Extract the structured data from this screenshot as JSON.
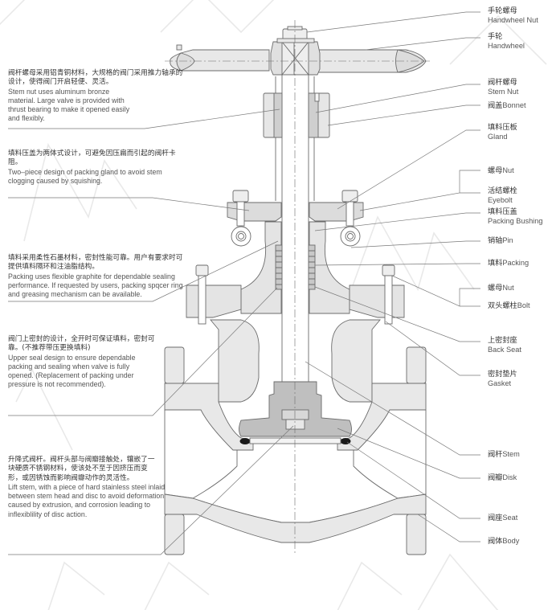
{
  "diagram": {
    "title": "Globe valve cross-section",
    "colors": {
      "outline": "#6b6b6b",
      "fill_light": "#e8e8e8",
      "fill_mid": "#d3d3d3",
      "fill_dark": "#bdbdbd",
      "gasket": "#1a1a1a",
      "leader": "#7a7a7a",
      "watermark": "#e6e6e6"
    },
    "left_notes": [
      {
        "zh": "阀杆螺母采用铝青铜材料，大规格的阀门采用推力轴承的设计，使得阀门开启轻便、灵活。",
        "en": "Stem nut uses aluminum bronze material. Large valve is provided with thrust bearing to make it opened easily and flexibly."
      },
      {
        "zh": "填料压盖为两体式设计，可避免因压扁而引起的阀杆卡阻。",
        "en": "Two–piece design of packing gland to avoid stem clogging caused by squishing."
      },
      {
        "zh": "填料采用柔性石墨材料，密封性能可靠。用户有要求时可提供填料隔环和注油脂结构。",
        "en": "Packing uses flexible graphite for dependable sealing performance. If requested by users, packing spqcer ring and greasing mechanism can be available."
      },
      {
        "zh": "阀门上密封的设计，全开时可保证填料，密封可靠。(不推荐带压更换填料)",
        "en": "Upper seal design to ensure dependable packing and sealing when valve is fully opened. (Replacement of packing under pressure is not recommended)."
      },
      {
        "zh": "升降式阀杆。阀杆头部与阀瓣接触处，镶嵌了一块硬质不锈钢材料，使该处不至于因挤压而变形，或因锈蚀而影响阀瓣动作的灵活性。",
        "en": "Lift stem, with a piece of hard stainless steel inlaid between stem head and disc to avoid deformation caused by extrusion, and corrosion leading to inflexiblility of disc action."
      }
    ],
    "part_labels": [
      {
        "zh": "手轮螺母",
        "en": "Handwheel Nut"
      },
      {
        "zh": "手轮",
        "en": "Handwheel"
      },
      {
        "zh": "阀杆螺母",
        "en": "Stem Nut"
      },
      {
        "zh": "阀盖",
        "en": "Bonnet"
      },
      {
        "zh": "填料压板",
        "en": "Gland"
      },
      {
        "zh": "螺母",
        "en": "Nut"
      },
      {
        "zh": "活结螺栓",
        "en": "Eyebolt"
      },
      {
        "zh": "填料压盖",
        "en": "Packing Bushing"
      },
      {
        "zh": "销轴",
        "en": "Pin"
      },
      {
        "zh": "填料",
        "en": "Packing"
      },
      {
        "zh": "螺母",
        "en": "Nut"
      },
      {
        "zh": "双头螺柱",
        "en": "Bolt"
      },
      {
        "zh": "上密封座",
        "en": "Back Seat"
      },
      {
        "zh": "密封垫片",
        "en": "Gasket"
      },
      {
        "zh": "阀杆",
        "en": "Stem"
      },
      {
        "zh": "阀瓣",
        "en": "Disk"
      },
      {
        "zh": "阀座",
        "en": "Seat"
      },
      {
        "zh": "阀体",
        "en": "Body"
      }
    ]
  }
}
